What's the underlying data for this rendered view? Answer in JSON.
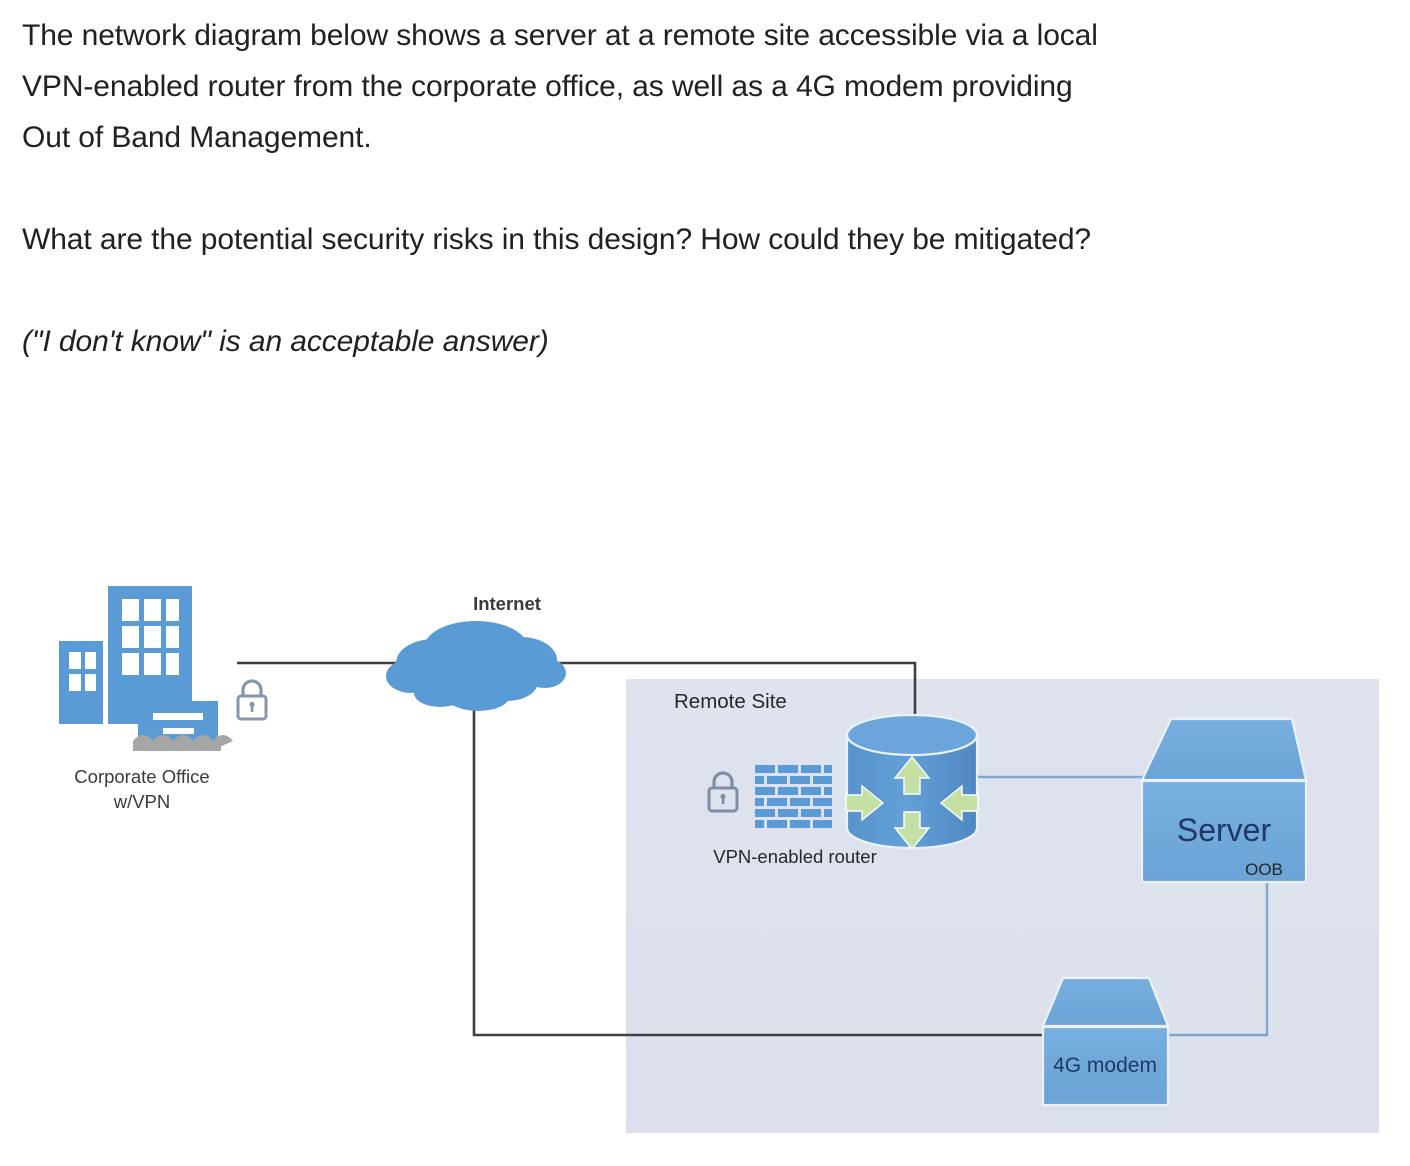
{
  "question": {
    "paragraph1_lines": [
      "The network diagram below shows a server at a remote site accessible via a local",
      "VPN-enabled router from the corporate office, as well as a 4G modem providing",
      "Out of Band Management."
    ],
    "paragraph2": "What are the potential security risks in this design?  How could they be mitigated?",
    "paragraph3": "(\"I don't know\" is an acceptable answer)"
  },
  "diagram": {
    "nodes": {
      "corporate_office": {
        "label_line1": "Corporate Office",
        "label_line2": "w/VPN",
        "icon": "office-buildings-icon",
        "lock_icon": "padlock-icon",
        "color": "#5B9BD5"
      },
      "internet": {
        "label": "Internet",
        "icon": "cloud-icon",
        "color": "#5B9BD5"
      },
      "remote_site": {
        "label": "Remote Site",
        "fill": "#DEE2EE"
      },
      "vpn_router": {
        "label": "VPN-enabled router",
        "icon": "router-cylinder-icon",
        "lock_icon": "padlock-icon",
        "firewall_icon": "brick-wall-firewall-icon",
        "cylinder_color": "#5B9BD5",
        "arrow_color": "#C5E0A5"
      },
      "server": {
        "label": "Server",
        "sublabel": "OOB",
        "fill": "#6FA8DC",
        "stroke": "#E8EEF7"
      },
      "modem": {
        "label": "4G modem",
        "fill": "#6FA8DC",
        "stroke": "#E8EEF7"
      }
    },
    "links": [
      {
        "name": "corporate-office-to-internet",
        "style": "dark-solid"
      },
      {
        "name": "internet-to-vpn-router",
        "style": "dark-solid"
      },
      {
        "name": "internet-to-4g-modem",
        "style": "dark-solid"
      },
      {
        "name": "vpn-router-to-server",
        "style": "blue-solid"
      },
      {
        "name": "server-oob-to-4g-modem",
        "style": "blue-solid"
      }
    ],
    "colors": {
      "accent_blue": "#5B9BD5",
      "node_blue": "#6FA8DC",
      "site_bg": "#DEE2EE",
      "link_dark": "#3F3F3F",
      "link_blue": "#7FA6D0",
      "arrow_green": "#C5E0A5",
      "text_dark": "#262626",
      "text_gray": "#3b3b3b",
      "server_text": "#1f3864"
    }
  }
}
